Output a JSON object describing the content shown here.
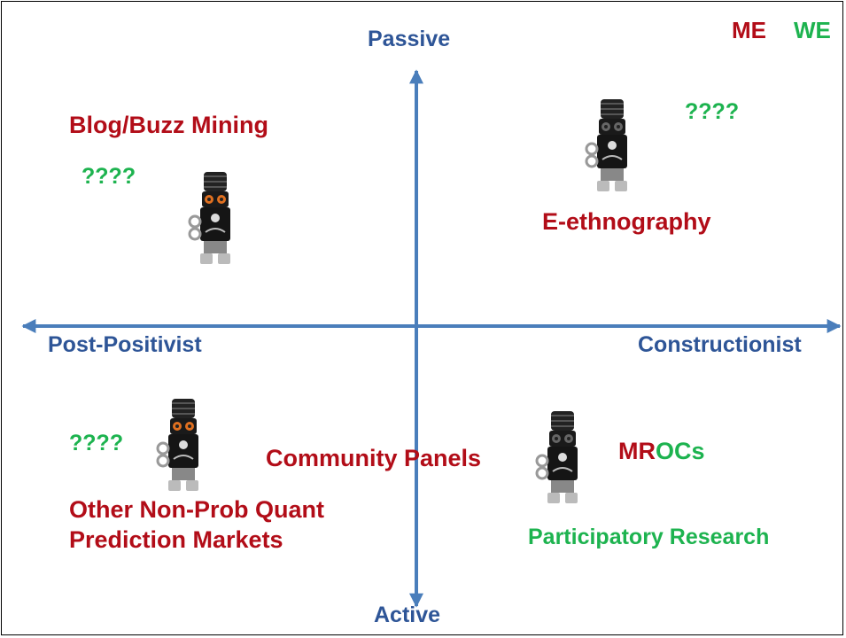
{
  "legend": {
    "me": "ME",
    "we": "WE"
  },
  "axes": {
    "top": "Passive",
    "bottom": "Active",
    "left": "Post-Positivist",
    "right": "Constructionist"
  },
  "quadrants": {
    "top_left": {
      "title": "Blog/Buzz Mining",
      "unknown": "????"
    },
    "top_right": {
      "title": "E-ethnography",
      "unknown": "????"
    },
    "bottom_left": {
      "unknown": "????",
      "line1": "Other Non-Prob Quant",
      "line2": "Prediction Markets"
    },
    "bottom_center": {
      "title": "Community Panels"
    },
    "bottom_right": {
      "mro_me": "MR",
      "mro_we": "OCs",
      "title": "Participatory Research"
    }
  },
  "colors": {
    "axis": "#2e5597",
    "me": "#b20d18",
    "we": "#1db34f",
    "arrow": "#4a7ebb"
  },
  "icons": [
    "robot-icon",
    "robot-icon",
    "robot-icon",
    "robot-icon"
  ]
}
